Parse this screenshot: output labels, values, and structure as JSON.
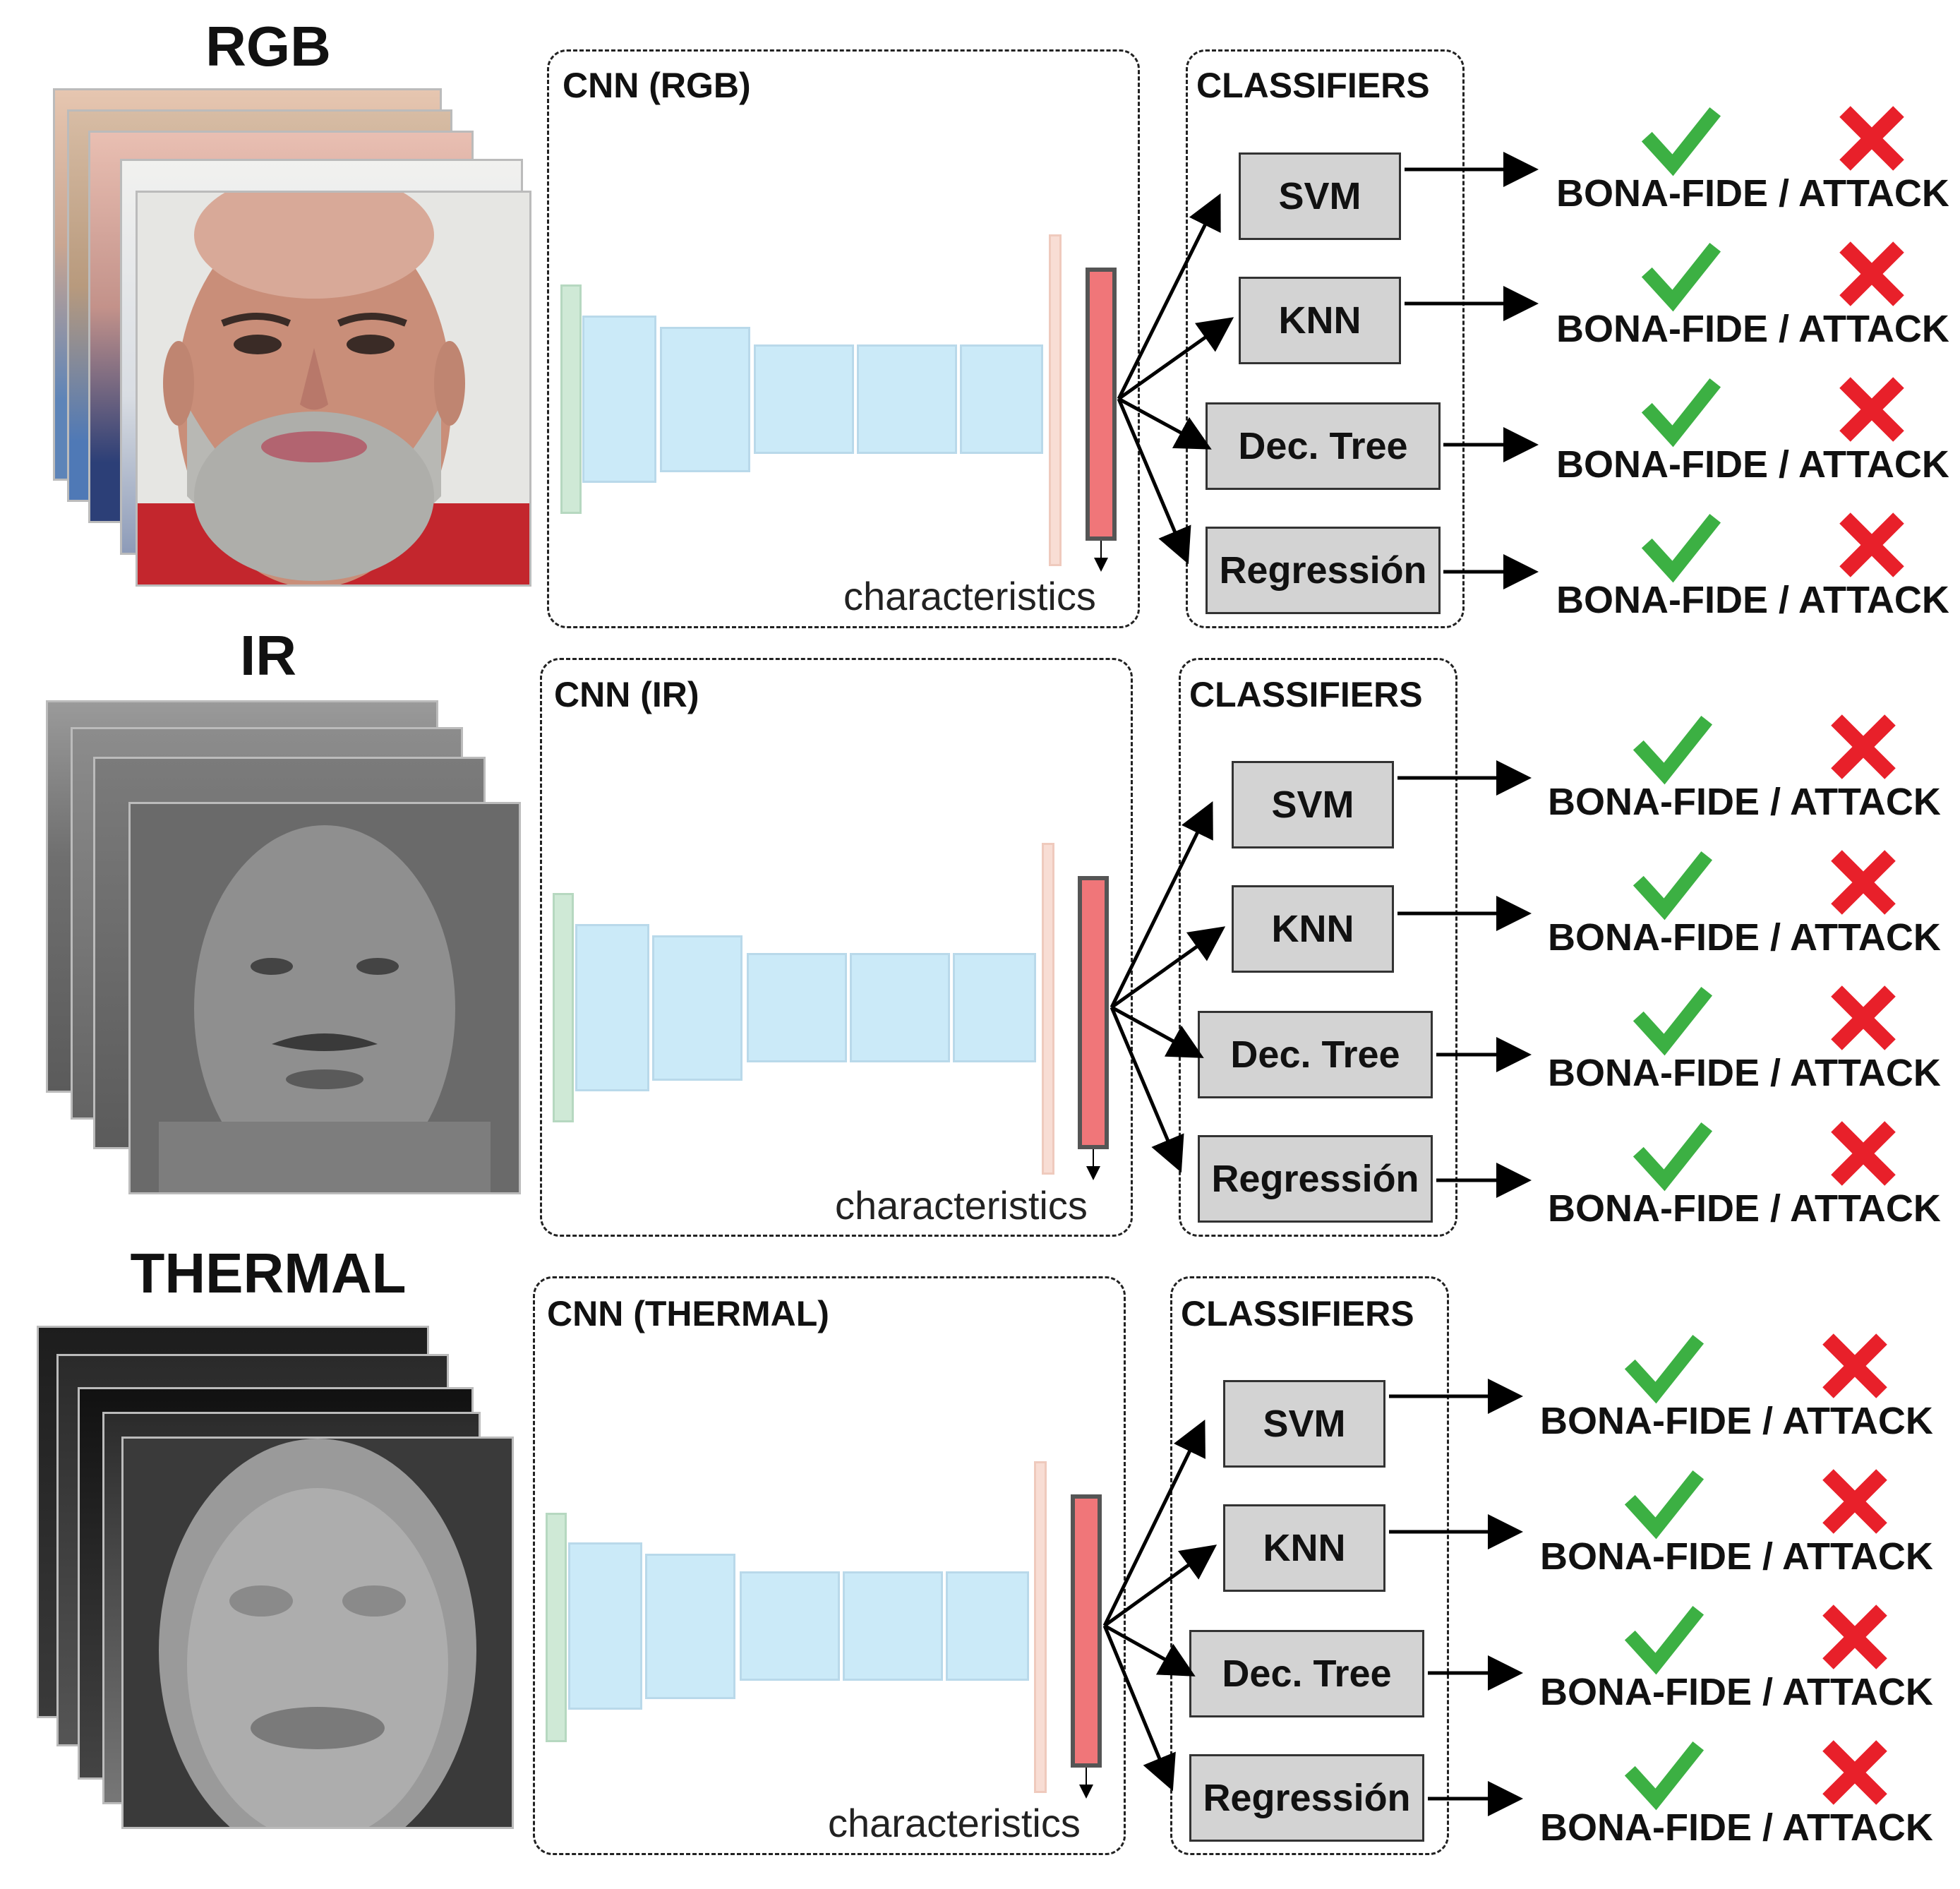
{
  "rows": [
    {
      "modality": "RGB",
      "cnn_title": "CNN (RGB)",
      "classifiers_title": "CLASSIFIERS",
      "feature_label": "characteristics",
      "classifiers": [
        "SVM",
        "KNN",
        "Dec. Tree",
        "Regressión"
      ],
      "result_label": "BONA-FIDE / ATTACK"
    },
    {
      "modality": "IR",
      "cnn_title": "CNN (IR)",
      "classifiers_title": "CLASSIFIERS",
      "feature_label": "characteristics",
      "classifiers": [
        "SVM",
        "KNN",
        "Dec. Tree",
        "Regressión"
      ],
      "result_label": "BONA-FIDE / ATTACK"
    },
    {
      "modality": "THERMAL",
      "cnn_title": "CNN (THERMAL)",
      "classifiers_title": "CLASSIFIERS",
      "feature_label": "characteristics",
      "classifiers": [
        "SVM",
        "KNN",
        "Dec. Tree",
        "Regressión"
      ],
      "result_label": "BONA-FIDE / ATTACK"
    }
  ],
  "colors": {
    "check": "#3cb043",
    "cross": "#e8202a",
    "feature_vector": "#f07679",
    "conv_layer": "#cbeaf8",
    "input_layer": "#cfe9d6",
    "fc_layer": "#f8ddd4",
    "classifier_box": "#d3d3d3"
  },
  "icons": [
    "check-icon",
    "cross-icon",
    "arrow-icon"
  ]
}
